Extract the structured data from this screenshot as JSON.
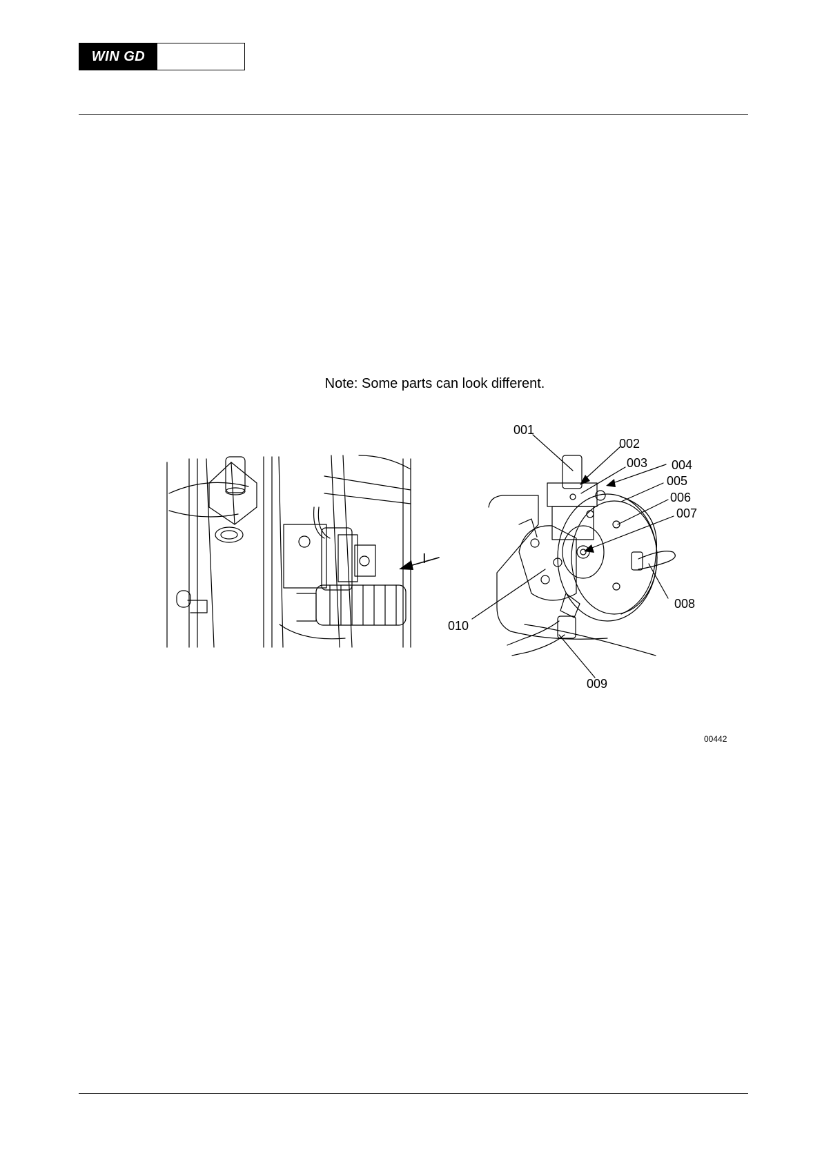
{
  "header": {
    "logo_text": "WIN GD",
    "logo_box_text": ""
  },
  "figure": {
    "note": "Note: Some parts can look different.",
    "figure_code": "00442",
    "view_label": "I",
    "callouts": [
      "001",
      "002",
      "003",
      "004",
      "005",
      "006",
      "007",
      "008",
      "009",
      "010"
    ]
  }
}
